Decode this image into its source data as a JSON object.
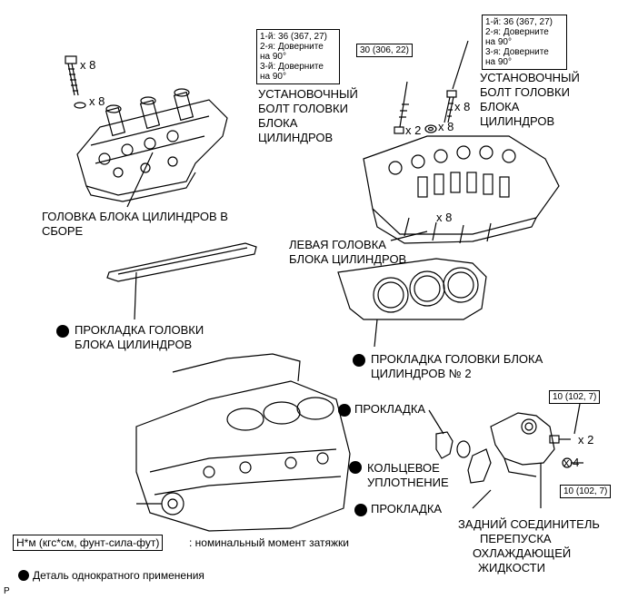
{
  "torque_specs": {
    "left_bolt": [
      "1-й: 36 (367, 27)",
      "2-я: Доверните",
      "на 90°",
      "3-й: Доверните",
      "на 90°"
    ],
    "right_bolt": [
      "1-й: 36 (367, 27)",
      "2-я: Доверните",
      "на 90°",
      "3-я: Доверните",
      "на 90°"
    ],
    "head_bolt_small": "30 (306, 22)",
    "rear_union_top": "10 (102, 7)",
    "rear_union_bottom": "10 (102, 7)"
  },
  "quantities": {
    "q1": "x 8",
    "q2": "x 8",
    "q3": "x 2",
    "q4": "x 8",
    "q5": "x 8",
    "q6": "x 8",
    "q7": "x 2",
    "q8": "x 4"
  },
  "labels": {
    "set_bolt_left": [
      "УСТАНОВОЧНЫЙ",
      "БОЛТ ГОЛОВКИ",
      "БЛОКА",
      "ЦИЛИНДРОВ"
    ],
    "set_bolt_right": [
      "УСТАНОВОЧНЫЙ",
      "БОЛТ ГОЛОВКИ",
      "БЛОКА",
      "ЦИЛИНДРОВ"
    ],
    "head_assembly": [
      "ГОЛОВКА БЛОКА ЦИЛИНДРОВ В",
      "СБОРЕ"
    ],
    "left_head": [
      "ЛЕВАЯ ГОЛОВКА",
      "БЛОКА ЦИЛИНДРОВ"
    ],
    "head_gasket": [
      "ПРОКЛАДКА ГОЛОВКИ",
      "БЛОКА ЦИЛИНДРОВ"
    ],
    "head_gasket_2": [
      "ПРОКЛАДКА ГОЛОВКИ БЛОКА",
      "ЦИЛИНДРОВ № 2"
    ],
    "gasket_a": "ПРОКЛАДКА",
    "o_ring": [
      "КОЛЬЦЕВОЕ",
      "УПЛОТНЕНИЕ"
    ],
    "gasket_b": "ПРОКЛАДКА",
    "rear_union": [
      "ЗАДНИЙ СОЕДИНИТЕЛЬ",
      "ПЕРЕПУСКА",
      "ОХЛАЖДАЮЩЕЙ",
      "ЖИДКОСТИ"
    ]
  },
  "legend": {
    "torque_unit": "Н*м (кгс*см, фунт-сила-фут)",
    "torque_desc": ": номинальный момент затяжки",
    "non_reusable": "Деталь однократного применения"
  },
  "corner_mark": "P"
}
